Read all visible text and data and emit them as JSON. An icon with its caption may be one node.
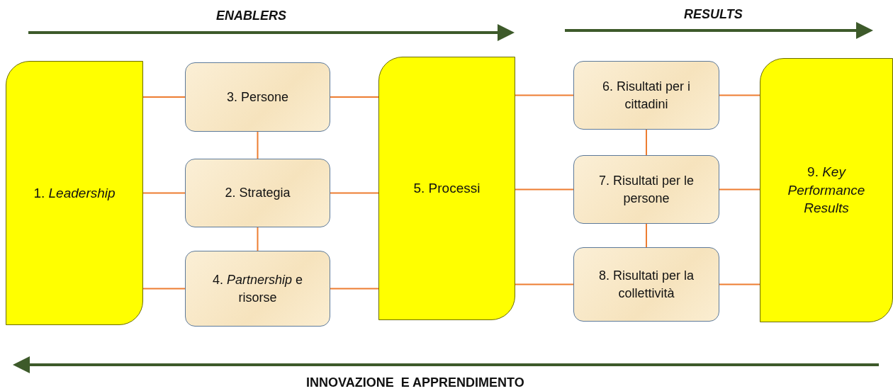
{
  "diagram": {
    "nodes": [
      {
        "text": [
          "1. *Leadership*"
        ]
      },
      {
        "text": [
          "3. Persone"
        ]
      },
      {
        "text": [
          "2. Strategia"
        ]
      },
      {
        "text": [
          "4. *Partnership* e risorse"
        ]
      },
      {
        "text": [
          "5. Processi"
        ]
      },
      {
        "text": [
          "6. Risultati per i cittadini"
        ]
      },
      {
        "text": [
          "7. Risultati per le persone"
        ]
      },
      {
        "text": [
          "8. Risultati per la collettività"
        ]
      },
      {
        "text": [
          "9. *Key Performance Results*"
        ]
      }
    ],
    "edges": [
      {
        "from": 0,
        "to": 1,
        "arrow": "none"
      },
      {
        "from": 0,
        "to": 2,
        "arrow": "none"
      },
      {
        "from": 0,
        "to": 3,
        "arrow": "none"
      },
      {
        "from": 1,
        "to": 2,
        "arrow": "none"
      },
      {
        "from": 2,
        "to": 3,
        "arrow": "none"
      },
      {
        "from": 1,
        "to": 4,
        "arrow": "none"
      },
      {
        "from": 2,
        "to": 4,
        "arrow": "none"
      },
      {
        "from": 3,
        "to": 4,
        "arrow": "none"
      },
      {
        "from": 4,
        "to": 5,
        "arrow": "none"
      },
      {
        "from": 4,
        "to": 6,
        "arrow": "none"
      },
      {
        "from": 4,
        "to": 7,
        "arrow": "none"
      },
      {
        "from": 5,
        "to": 6,
        "arrow": "none"
      },
      {
        "from": 6,
        "to": 7,
        "arrow": "none"
      },
      {
        "from": 5,
        "to": 8,
        "arrow": "none"
      },
      {
        "from": 6,
        "to": 8,
        "arrow": "none"
      },
      {
        "from": 7,
        "to": 8,
        "arrow": "none"
      }
    ],
    "labels": [
      "ENABLERS",
      "RESULTS",
      "INNOVAZIONE  E APPRENDIMENTO"
    ]
  }
}
